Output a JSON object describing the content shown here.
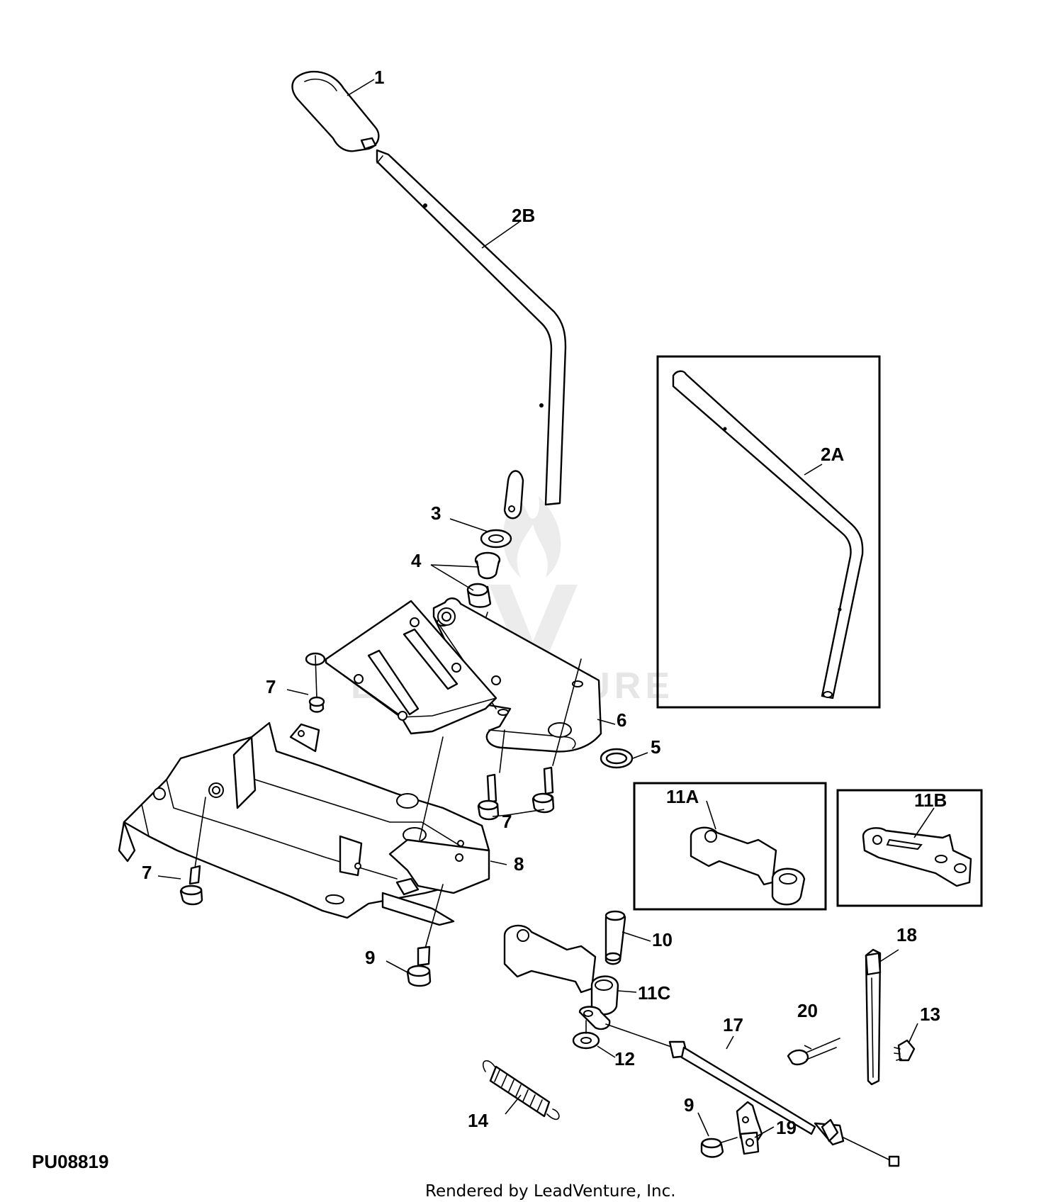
{
  "figure_id": "PU08819",
  "footer": "Rendered by LeadVenture, Inc.",
  "watermark": "LEADVENTURE",
  "callouts": {
    "c1": "1",
    "c2b": "2B",
    "c2a": "2A",
    "c3": "3",
    "c4": "4",
    "c5": "5",
    "c6": "6",
    "c7a": "7",
    "c7b": "7",
    "c7c": "7",
    "c8": "8",
    "c9a": "9",
    "c9b": "9",
    "c10": "10",
    "c11a": "11A",
    "c11b": "11B",
    "c11c": "11C",
    "c12": "12",
    "c13": "13",
    "c14": "14",
    "c17": "17",
    "c18": "18",
    "c19": "19",
    "c20": "20"
  }
}
